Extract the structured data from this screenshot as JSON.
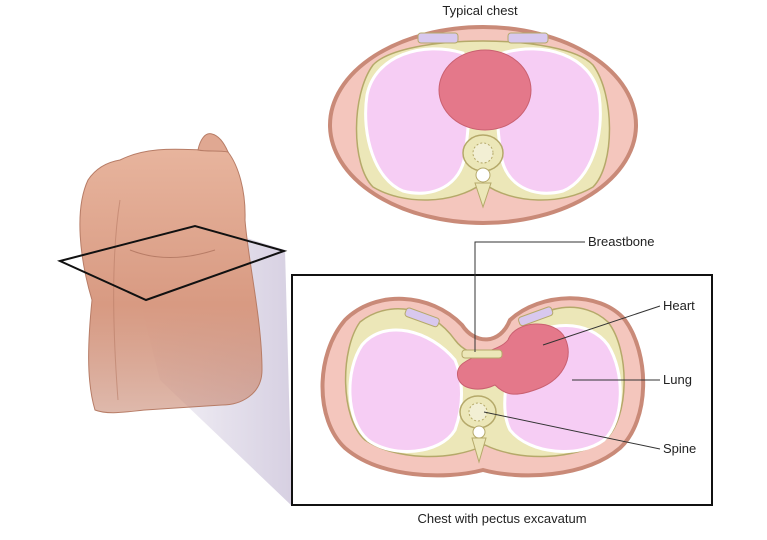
{
  "figure": {
    "top_caption": "Typical chest",
    "bottom_caption": "Chest with pectus excavatum",
    "labels": {
      "breastbone": "Breastbone",
      "heart": "Heart",
      "lung": "Lung",
      "spine": "Spine"
    }
  },
  "colors": {
    "skin_outer": "#c98a78",
    "skin_fill": "#f4c6bd",
    "rib_fill": "#ece7b8",
    "rib_stroke": "#b5a96a",
    "lung_fill": "#f6cdf4",
    "heart_fill": "#e4788a",
    "cartilage_fill": "#d8c8ee",
    "projection": "#c9c0d8",
    "torso_skin": "#d89a82"
  }
}
